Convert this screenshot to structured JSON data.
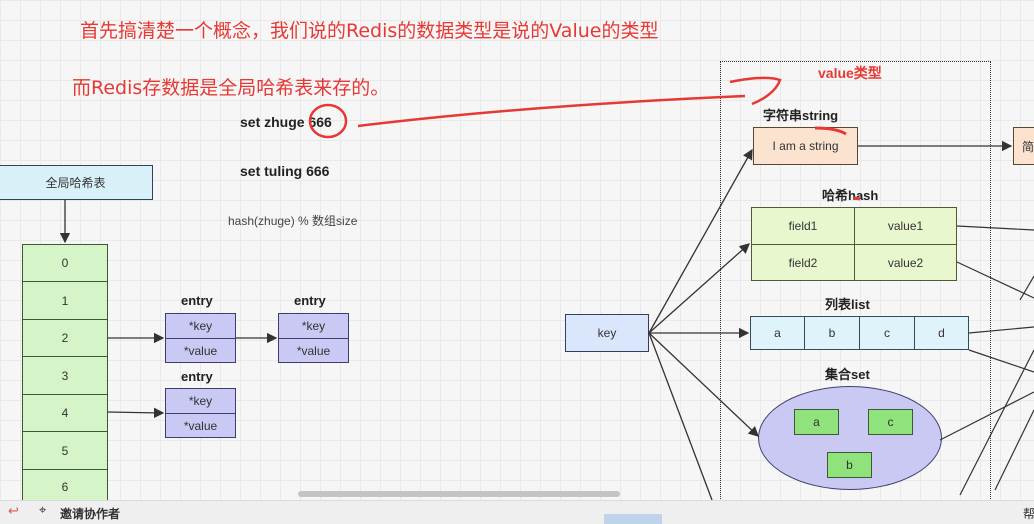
{
  "annotations": {
    "line1": "首先搞清楚一个概念，我们说的Redis的数据类型是说的Value的类型",
    "line2": "而Redis存数据是全局哈希表来存的。",
    "value_type": "value类型"
  },
  "commands": {
    "cmd1": "set zhuge 666",
    "cmd2": "set tuling 666",
    "hash_formula": "hash(zhuge) % 数组size"
  },
  "global_hash": {
    "title": "全局哈希表",
    "slots": [
      "0",
      "1",
      "2",
      "3",
      "4",
      "5",
      "6"
    ]
  },
  "entries": {
    "label": "entry",
    "key": "*key",
    "value": "*value"
  },
  "types": {
    "key_label": "key",
    "string": {
      "title": "字符串string",
      "content": "I am a string"
    },
    "hash": {
      "title": "哈希hash",
      "rows": [
        [
          "field1",
          "value1"
        ],
        [
          "field2",
          "value2"
        ]
      ]
    },
    "list": {
      "title": "列表list",
      "items": [
        "a",
        "b",
        "c",
        "d"
      ]
    },
    "set": {
      "title": "集合set",
      "items": [
        "a",
        "c",
        "b"
      ]
    },
    "partial": "简"
  },
  "bottom": {
    "invite": "邀请协作者",
    "right_partial": "帮"
  },
  "colors": {
    "annotation": "#e53935",
    "green": "#d5f5c9",
    "blue": "#d9e6fb",
    "purple": "#c9c9f3"
  }
}
